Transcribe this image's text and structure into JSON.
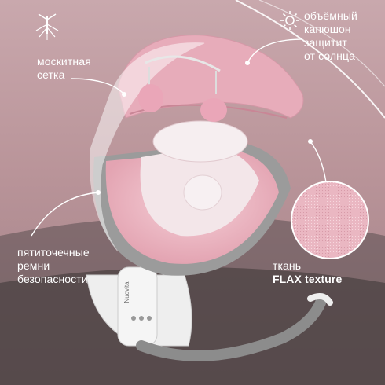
{
  "labels": {
    "mosquito_net": [
      "москитная",
      "сетка"
    ],
    "hood": [
      "объёмный",
      "капюшон",
      "защитит",
      "от солнца"
    ],
    "belts": [
      "пятиточечные",
      "ремни",
      "безопасности"
    ],
    "fabric": [
      "ткань",
      "FLAX texture"
    ]
  },
  "brand": "Nuovita",
  "icons": [
    "mosquito-icon",
    "sun-icon"
  ],
  "colors": {
    "background": "#b99499",
    "fabric_pink": "#e9b6c1",
    "canopy_pink": "#e7acba",
    "frame_gray": "#8c8c8c",
    "base_white": "#f2f2f2"
  }
}
